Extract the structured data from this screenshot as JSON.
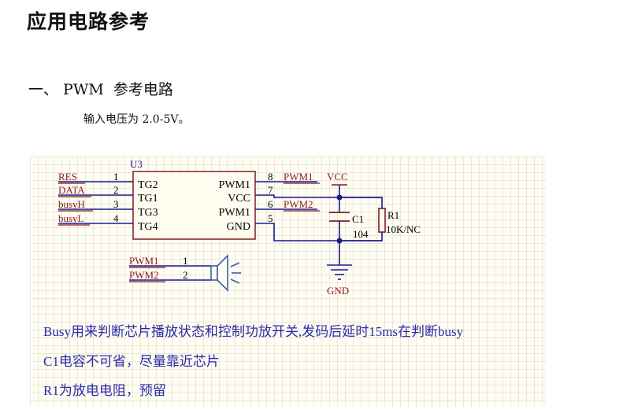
{
  "doc": {
    "title": "应用电路参考",
    "section_title": "一、 PWM  参考电路",
    "input_note": "输入电压为 2.0-5V。"
  },
  "schematic": {
    "chip": {
      "ref": "U3",
      "left_pins": [
        {
          "num": "1",
          "net": "RES",
          "name": "TG2"
        },
        {
          "num": "2",
          "net": "DATA",
          "name": "TG1"
        },
        {
          "num": "3",
          "net": "busyH",
          "name": "TG3"
        },
        {
          "num": "4",
          "net": "busyL",
          "name": "TG4"
        }
      ],
      "right_pins": [
        {
          "num": "8",
          "name": "PWM1",
          "net": "PWM1"
        },
        {
          "num": "7",
          "name": "VCC",
          "net": ""
        },
        {
          "num": "6",
          "name": "PWM1",
          "net": "PWM2"
        },
        {
          "num": "5",
          "name": "GND",
          "net": ""
        }
      ]
    },
    "vcc_label": "VCC",
    "gnd_label": "GND",
    "capacitor": {
      "ref": "C1",
      "value": "104"
    },
    "resistor": {
      "ref": "R1",
      "value": "10K/NC"
    },
    "speaker": {
      "pins": [
        {
          "num": "1",
          "net": "PWM1"
        },
        {
          "num": "2",
          "net": "PWM2"
        }
      ]
    },
    "notes": [
      "Busy用来判断芯片播放状态和控制功放开关,发码后延时15ms在判断busy",
      "C1电容不可省，尽量靠近芯片",
      "R1为放电电阻，预留"
    ],
    "colors": {
      "wire": "#1a1a8c",
      "net_label": "#8b1a1a",
      "net_underline": "#7a1a1a",
      "component": "#7a2020",
      "speaker": "#3a5fa8",
      "text": "#000000",
      "note": "#2a2aa8",
      "junction": "#1a1a8c"
    }
  }
}
